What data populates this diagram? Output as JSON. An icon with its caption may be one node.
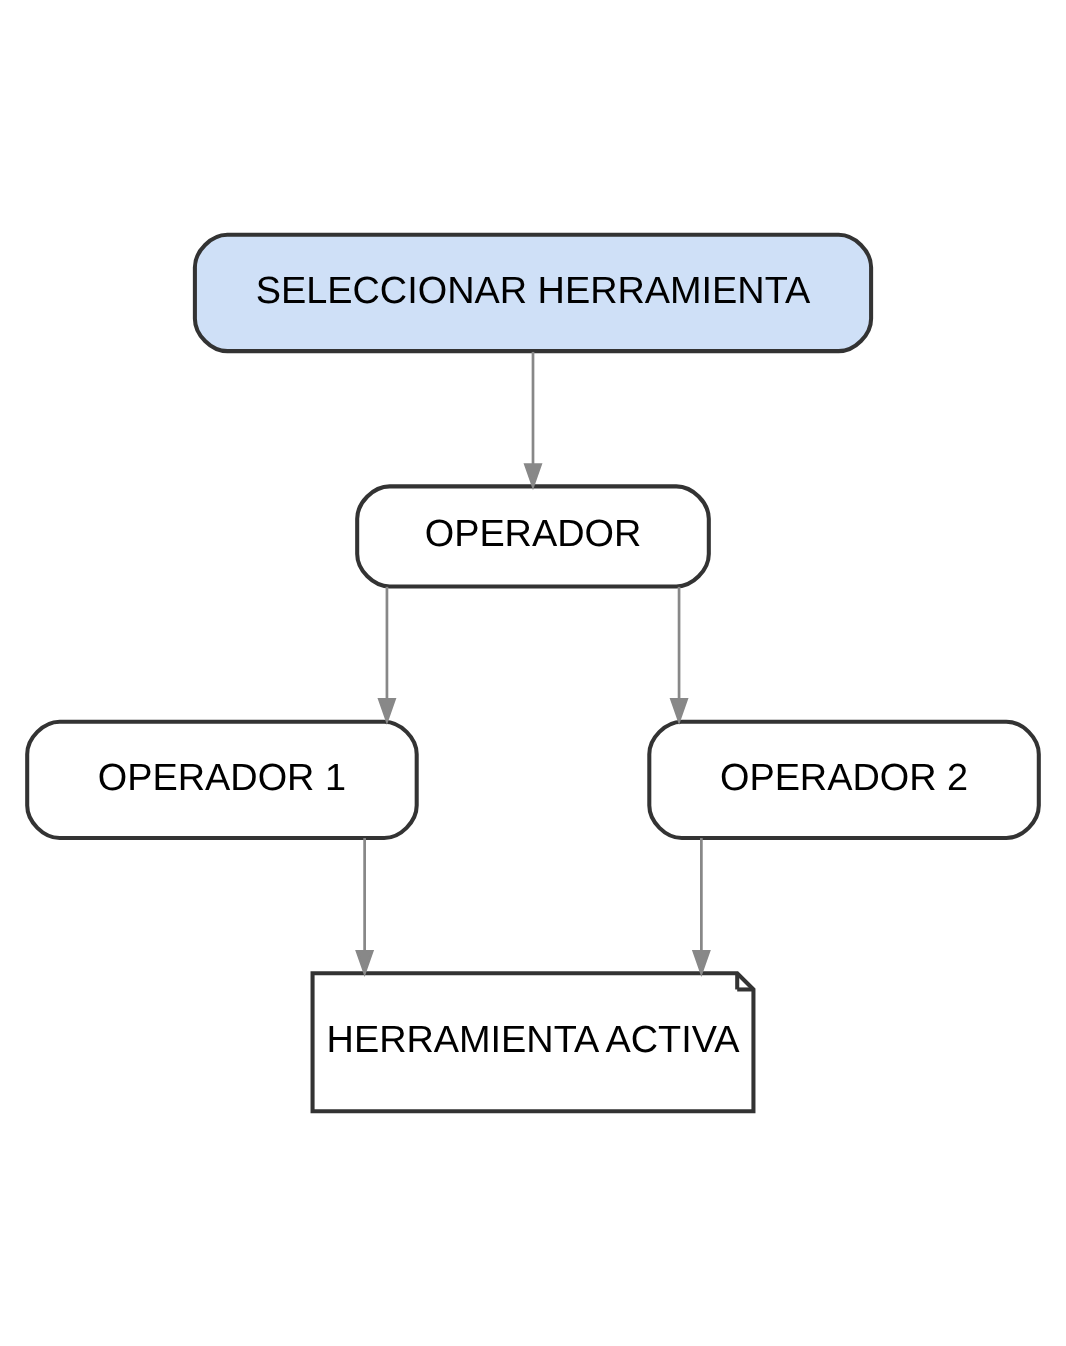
{
  "diagram": {
    "nodes": [
      {
        "text": [
          "SELECCIONAR HERRAMIENTA"
        ]
      },
      {
        "text": [
          "OPERADOR"
        ]
      },
      {
        "text": [
          "OPERADOR 1"
        ]
      },
      {
        "text": [
          "OPERADOR 2"
        ]
      },
      {
        "text": [
          "HERRAMIENTA ACTIVA"
        ]
      }
    ],
    "edges": [
      {
        "from": 0,
        "to": 1,
        "arrow": "to"
      },
      {
        "from": 1,
        "to": 2,
        "arrow": "to"
      },
      {
        "from": 1,
        "to": 3,
        "arrow": "to"
      },
      {
        "from": 2,
        "to": 4,
        "arrow": "to"
      },
      {
        "from": 3,
        "to": 4,
        "arrow": "to"
      }
    ]
  }
}
